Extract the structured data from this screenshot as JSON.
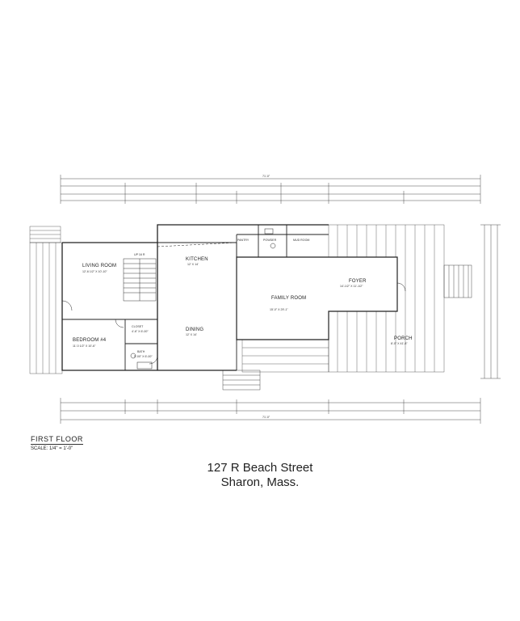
{
  "plan": {
    "rooms": {
      "living_room": {
        "name": "LIVING ROOM",
        "size": "12'-6 1/2\" X 10'-10\""
      },
      "bedroom": {
        "name": "BEDROOM #4",
        "size": "11'-0 1/2\" X 10'-6\""
      },
      "closet": {
        "name": "CLOSET",
        "size": "4'-6\" X 6'-00\""
      },
      "bath": {
        "name": "BATH",
        "size": "5'-00\" X 6'-00\""
      },
      "kitchen": {
        "name": "KITCHEN",
        "size": "12' X 14'"
      },
      "pantry": {
        "name": "PANTRY"
      },
      "powder": {
        "name": "POWDER"
      },
      "mudroom": {
        "name": "MUD ROOM"
      },
      "family_room": {
        "name": "FAMILY ROOM",
        "size": "15'-0\" X 29'-1\""
      },
      "foyer": {
        "name": "FOYER",
        "size": "14'-1/2\" X 11'-1/2\""
      },
      "dining": {
        "name": "DINING",
        "size": "12' X 14'"
      },
      "porch": {
        "name": "PORCH",
        "size": "8'-0\" X 41'-8\""
      },
      "stair_note": {
        "name": "UP 16 R"
      }
    },
    "overall_dimension": "71'-0\""
  },
  "title_block": {
    "floor_name": "FIRST FLOOR",
    "scale": "SCALE: 1/4\" = 1'-0\""
  },
  "caption": {
    "line1": "127 R Beach Street",
    "line2": "Sharon, Mass."
  }
}
